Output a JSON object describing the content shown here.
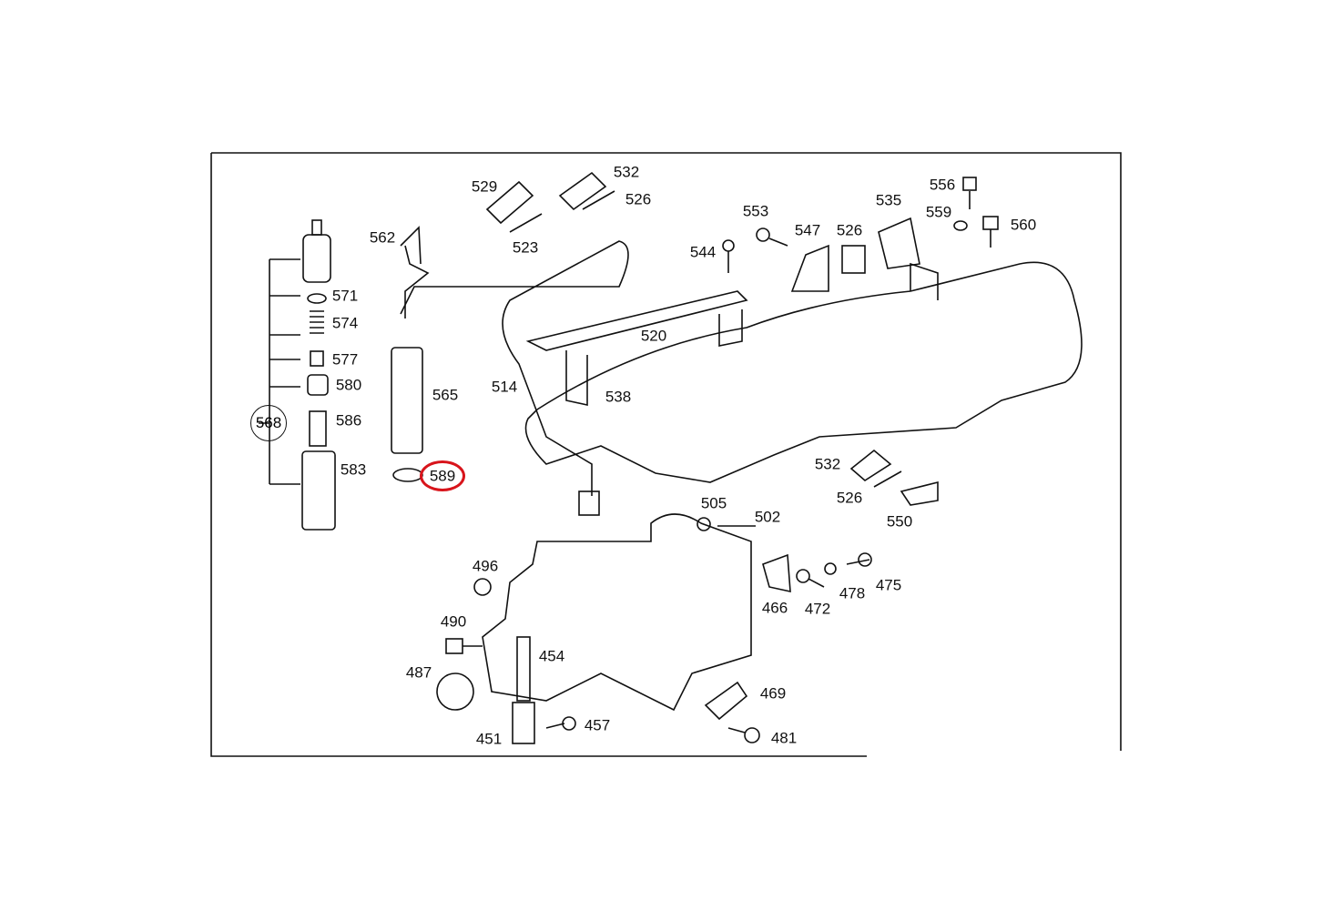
{
  "title": "Fuel injection / intake manifold parts diagram",
  "highlight_color": "#d8141b",
  "group_label": "568",
  "highlighted_part": "589",
  "labels": [
    "529",
    "532",
    "526",
    "523",
    "562",
    "553",
    "547",
    "526",
    "535",
    "556",
    "559",
    "560",
    "544",
    "571",
    "574",
    "577",
    "580",
    "586",
    "583",
    "565",
    "520",
    "514",
    "538",
    "532",
    "526",
    "550",
    "505",
    "502",
    "496",
    "466",
    "472",
    "478",
    "475",
    "490",
    "454",
    "487",
    "469",
    "457",
    "451",
    "481"
  ]
}
